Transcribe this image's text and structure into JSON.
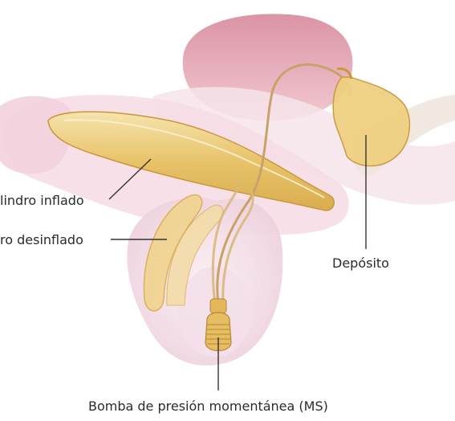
{
  "labels": {
    "inflated_cylinder": "lindro inflado",
    "deflated_cylinder": "ro desinflado",
    "reservoir": "Depósito",
    "pump": "Bomba de presión momentánea (MS)"
  },
  "colors": {
    "implant": "#e8c36a",
    "implant_light": "#f1d99a",
    "tissue_pink": "#f3d7df",
    "bladder": "#d47f95",
    "leader_line": "#333333",
    "text": "#2b2b2b"
  }
}
